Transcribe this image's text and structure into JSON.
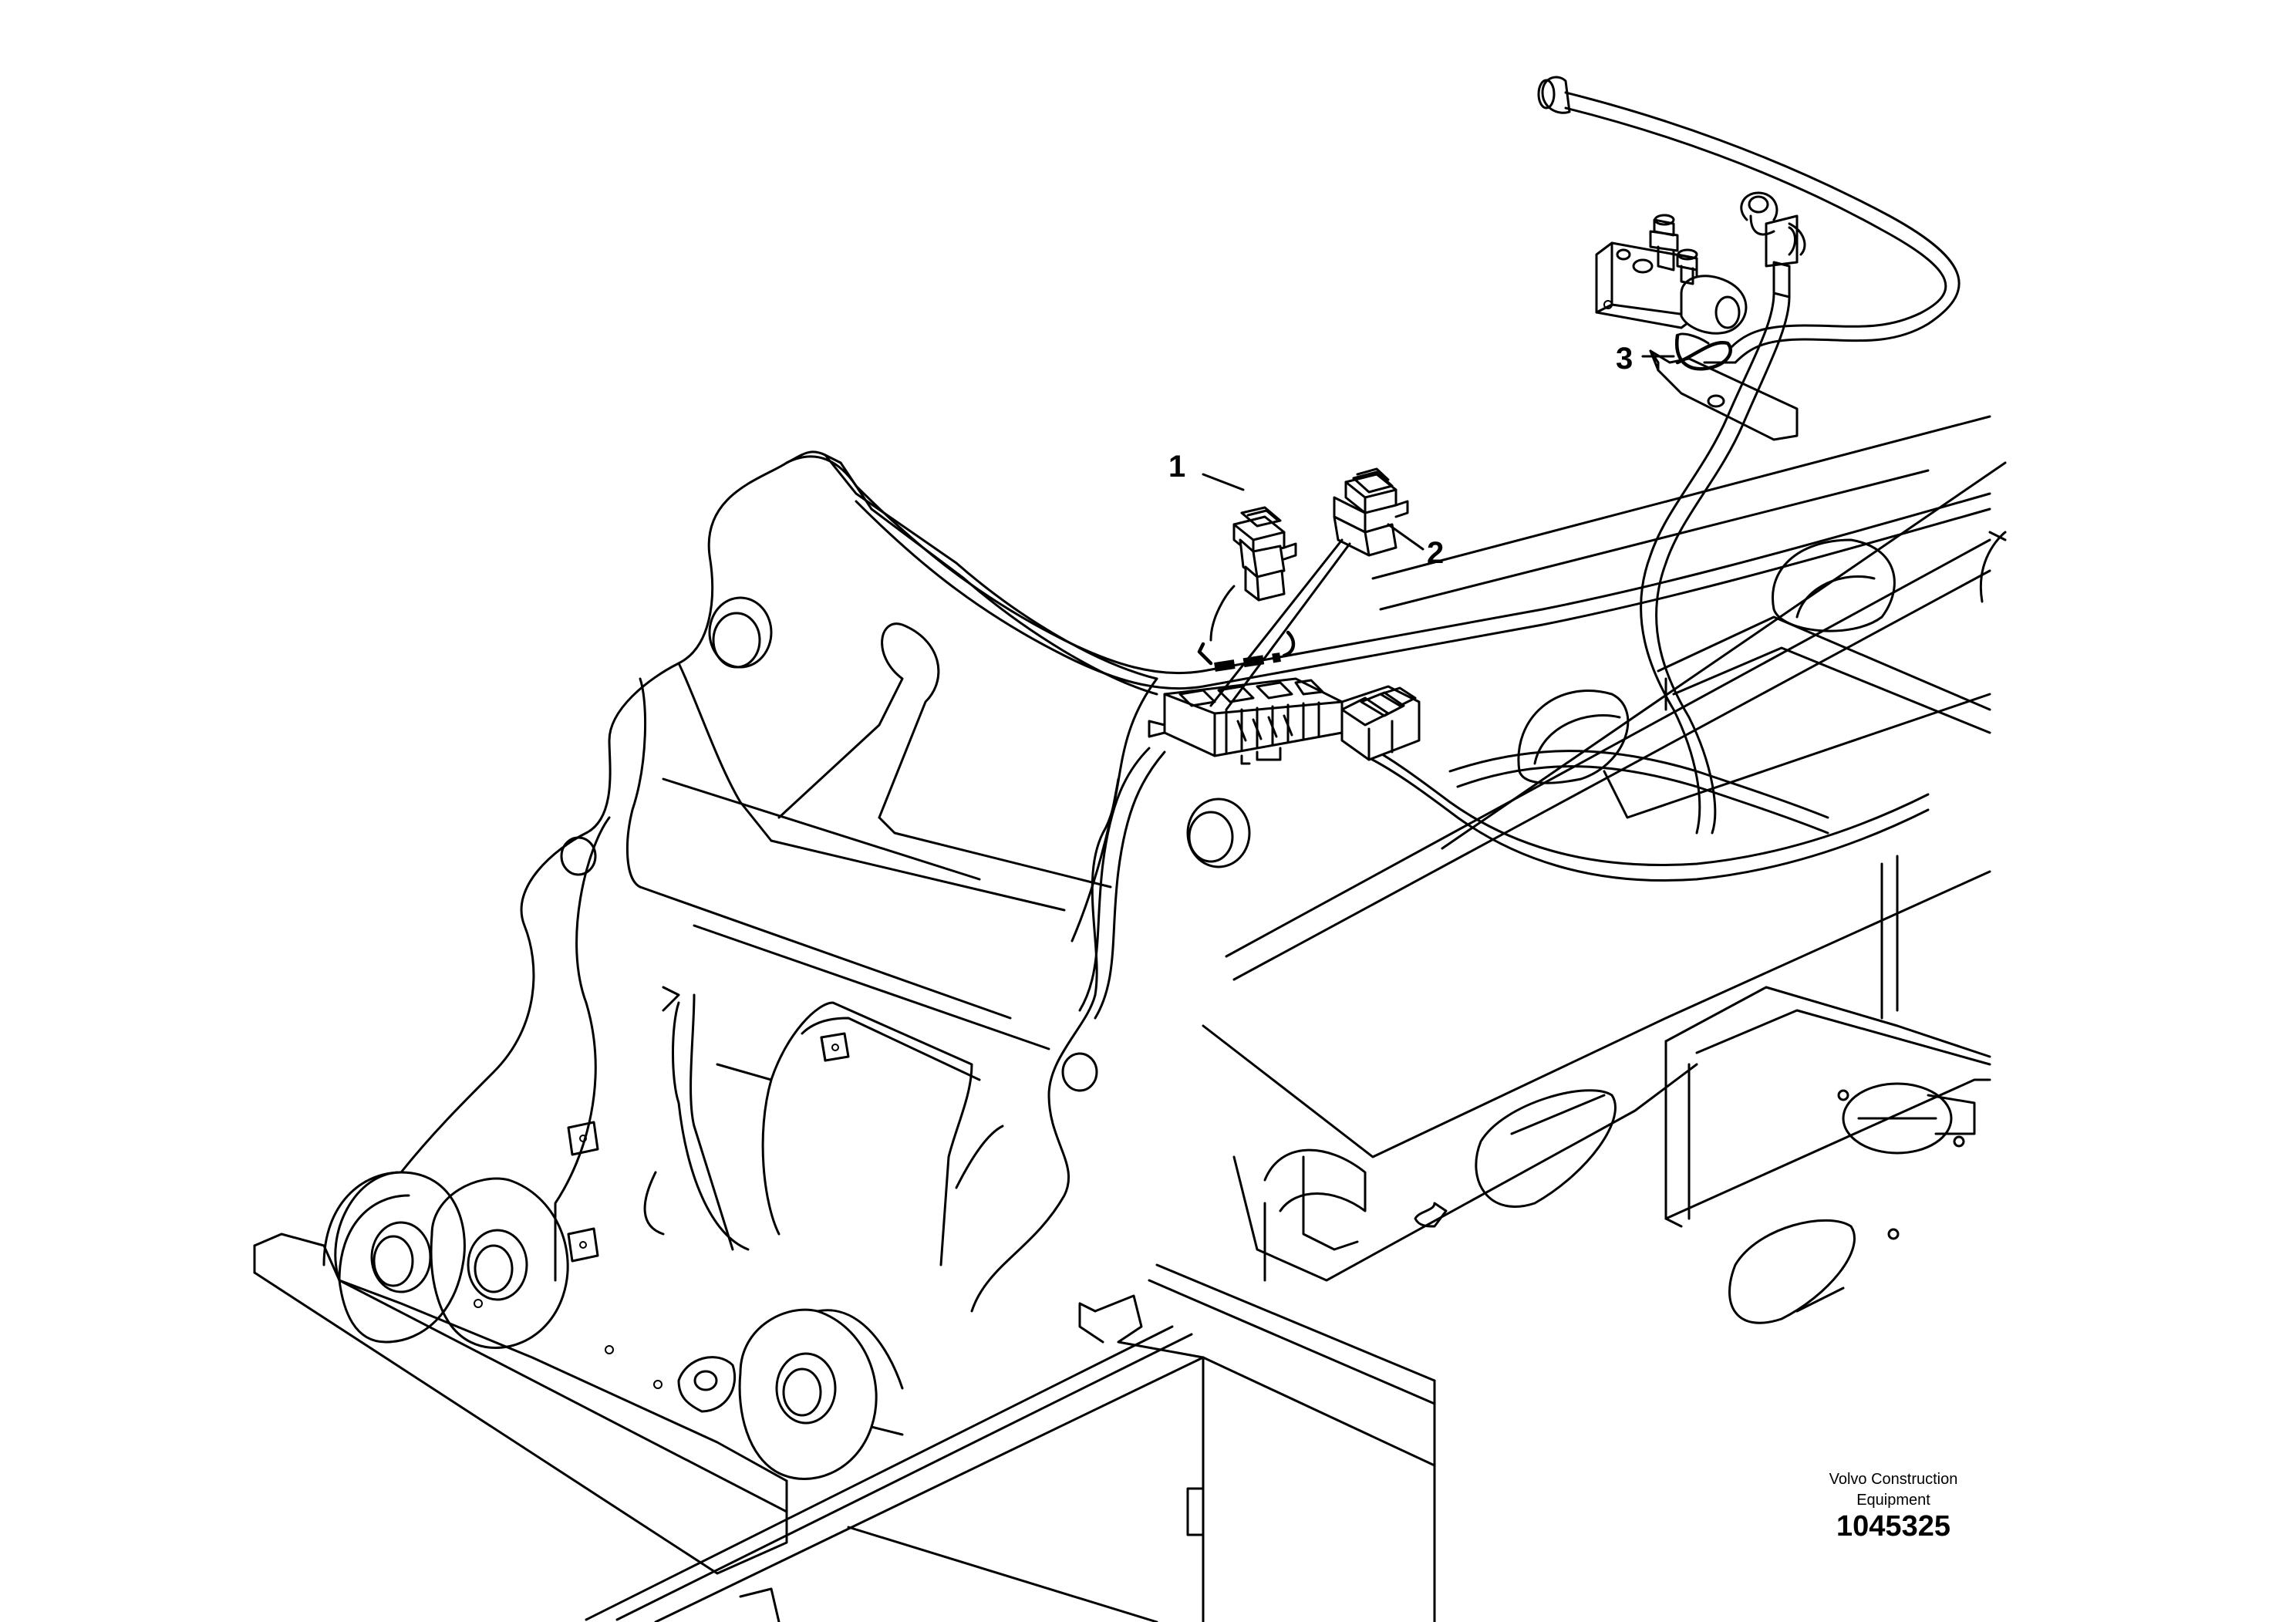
{
  "callouts": [
    {
      "label": "1",
      "part": "switch-1"
    },
    {
      "label": "2",
      "part": "switch-2"
    },
    {
      "label": "3",
      "part": "cable-tie"
    }
  ],
  "brand": {
    "line1": "Volvo Construction",
    "line2": "Equipment"
  },
  "drawing_number": "1045325",
  "colors": {
    "line": "#000000",
    "background": "#ffffff"
  }
}
